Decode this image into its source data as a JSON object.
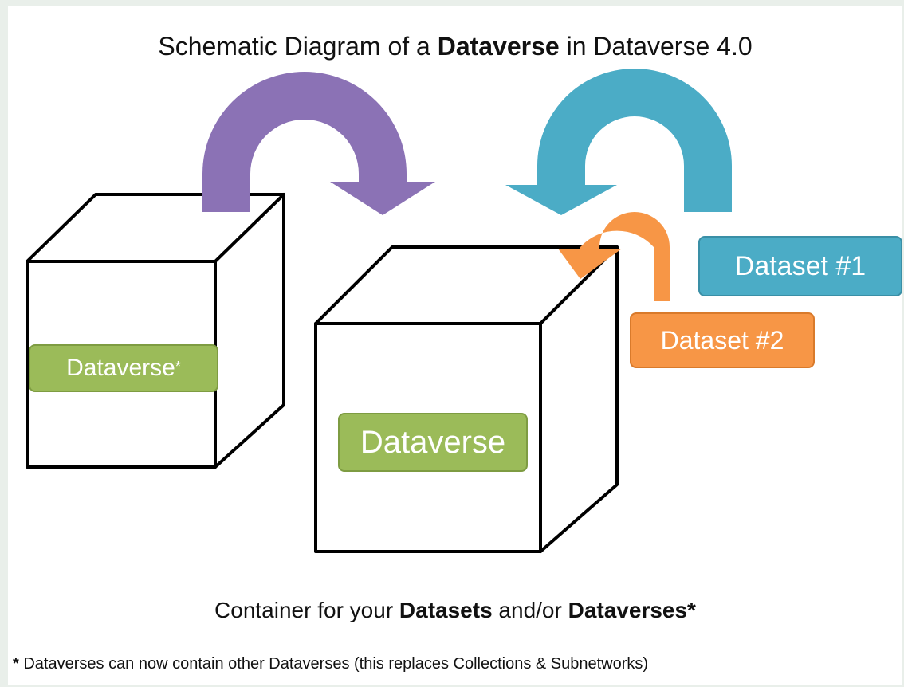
{
  "title": {
    "prefix": "Schematic Diagram of a ",
    "bold": "Dataverse",
    "suffix": " in Dataverse 4.0"
  },
  "labels": {
    "small_dataverse": "Dataverse",
    "small_dataverse_mark": "*",
    "big_dataverse": "Dataverse",
    "dataset1": "Dataset #1",
    "dataset2": "Dataset #2"
  },
  "caption": {
    "part1": "Container for your ",
    "bold1": "Datasets",
    "part2": " and/or ",
    "bold2": "Dataverses*"
  },
  "footnote": {
    "mark": "*",
    "text": " Dataverses can now contain other Dataverses (this replaces Collections & Subnetworks)"
  },
  "colors": {
    "purple_arrow": "#8b72b5",
    "teal_arrow": "#4bacc6",
    "orange_arrow": "#f79646",
    "green_label": "#9bbb59"
  }
}
